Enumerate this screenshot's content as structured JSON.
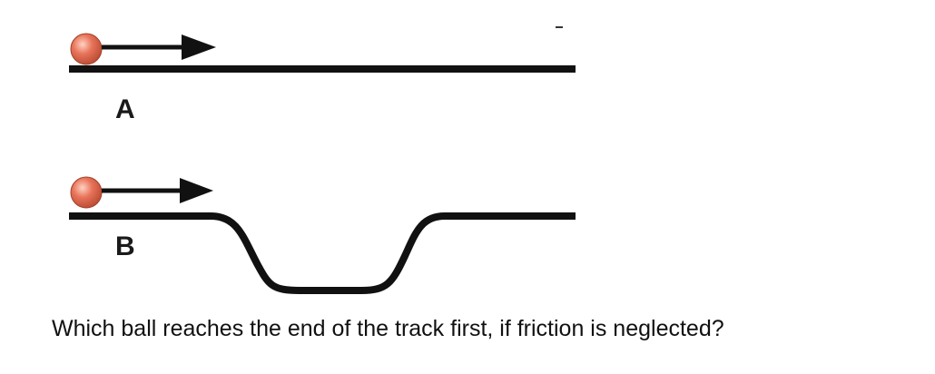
{
  "diagram": {
    "tracks": [
      {
        "label": "A",
        "shape": "flat"
      },
      {
        "label": "B",
        "shape": "dip"
      }
    ]
  },
  "question": "Which ball reaches the end of the track first, if friction is neglected?",
  "colors": {
    "track": "#111111",
    "ball": "#e8735a",
    "ball_highlight": "#ffd2c2",
    "ball_shadow": "#b84a32",
    "arrow": "#111111"
  }
}
